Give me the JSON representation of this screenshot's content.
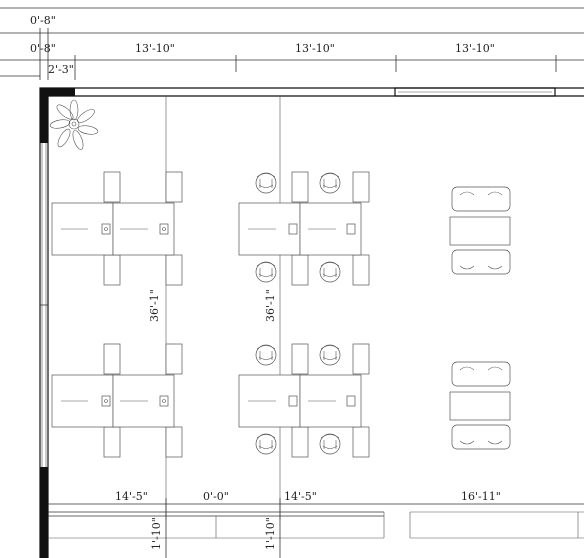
{
  "top_dimensions": {
    "overall_left": "0'-8\"",
    "row2": [
      "0'-8\"",
      "13'-10\"",
      "13'-10\"",
      "13'-10\""
    ],
    "row3": "2'-3\""
  },
  "vertical_dimensions": [
    "36'-1\"",
    "36'-1\""
  ],
  "bottom_dimensions": [
    "14'-5\"",
    "0'-0\"",
    "14'-5\"",
    "16'-11\""
  ],
  "bottom_vertical_dimensions": [
    "1'-10\"",
    "1'-10\""
  ]
}
